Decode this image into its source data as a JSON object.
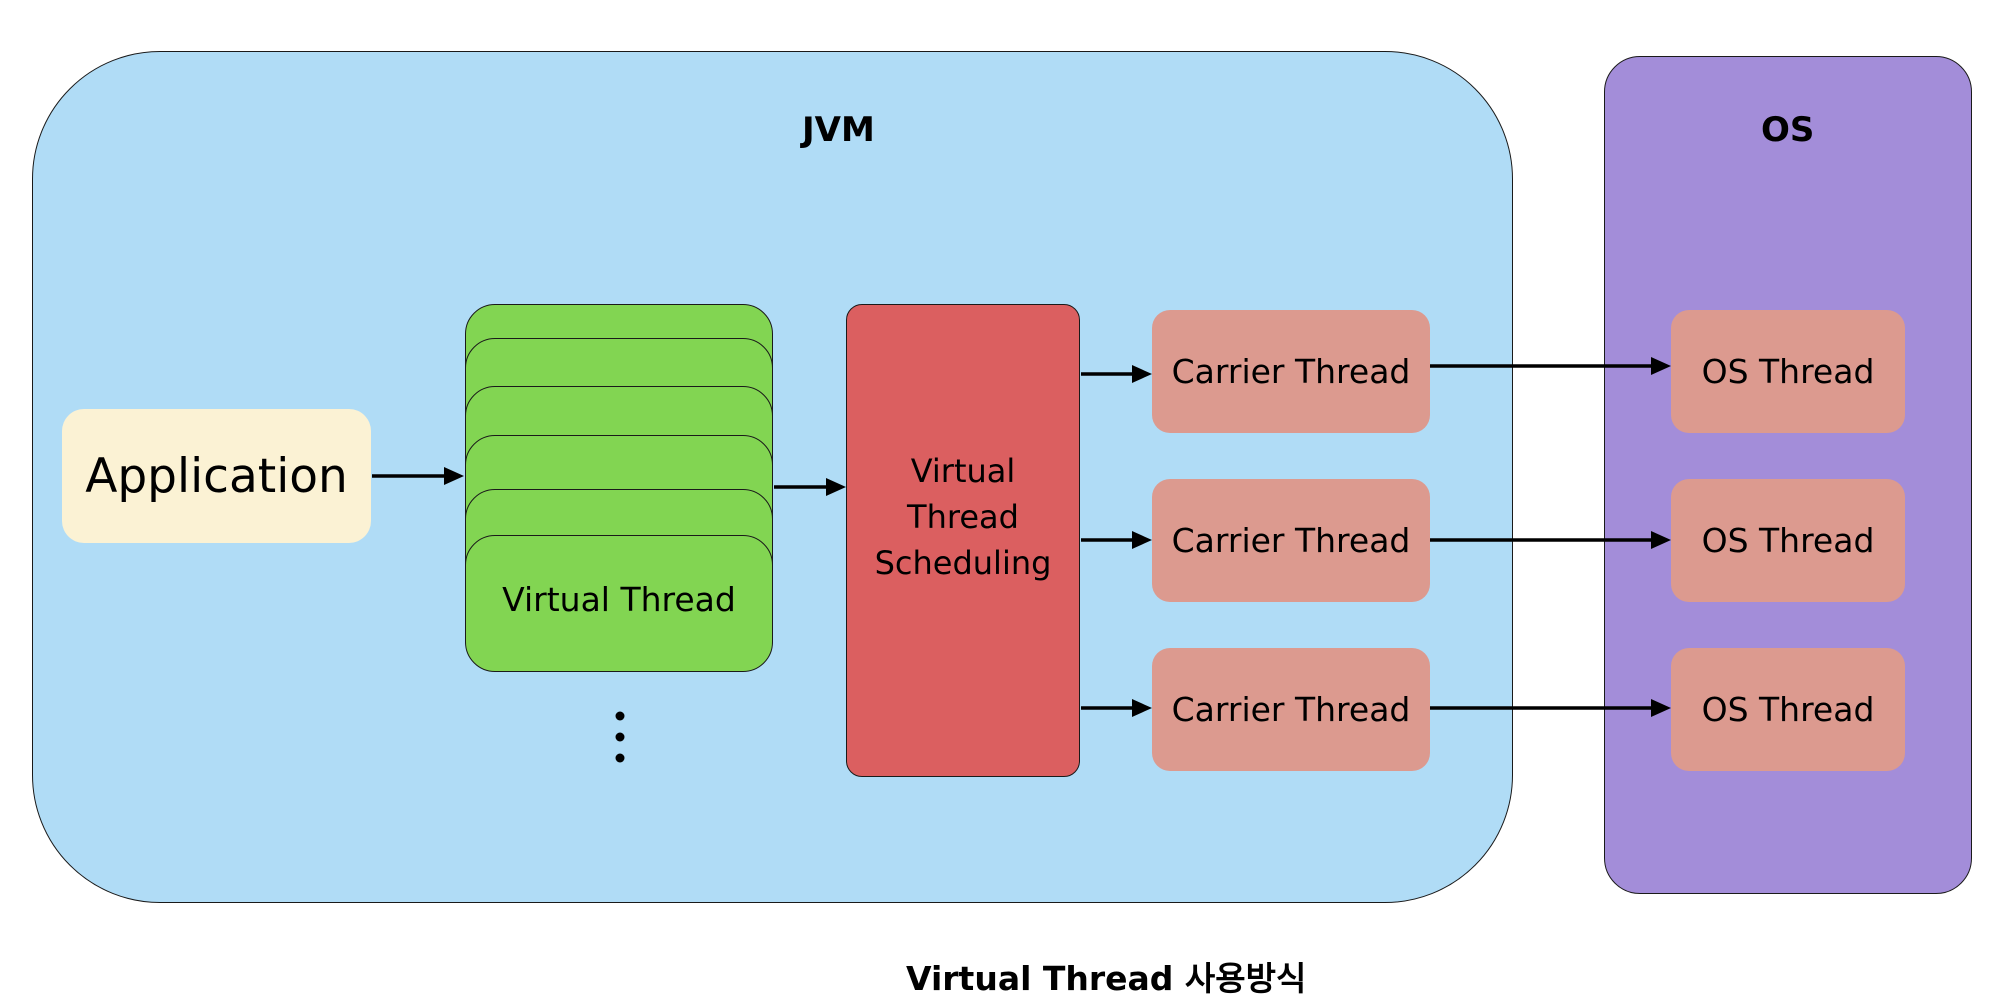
{
  "regions": {
    "jvm": {
      "label": "JVM",
      "color": "#b0dcf6"
    },
    "os": {
      "label": "OS",
      "color": "#a38dd9"
    }
  },
  "application": {
    "label": "Application"
  },
  "virtual_threads": {
    "label": "Virtual Thread"
  },
  "scheduler": {
    "label": "Virtual Thread Scheduling"
  },
  "carrier_threads": [
    {
      "label": "Carrier Thread"
    },
    {
      "label": "Carrier Thread"
    },
    {
      "label": "Carrier Thread"
    }
  ],
  "os_threads": [
    {
      "label": "OS Thread"
    },
    {
      "label": "OS Thread"
    },
    {
      "label": "OS Thread"
    }
  ],
  "caption": "Virtual Thread 사용방식",
  "colors": {
    "application": "#fbf2d4",
    "virtual_thread": "#82d552",
    "scheduler": "#db5f60",
    "thread_box": "#dc9a8f"
  },
  "icons": {
    "more_indicator": "vertical-ellipsis-icon"
  }
}
